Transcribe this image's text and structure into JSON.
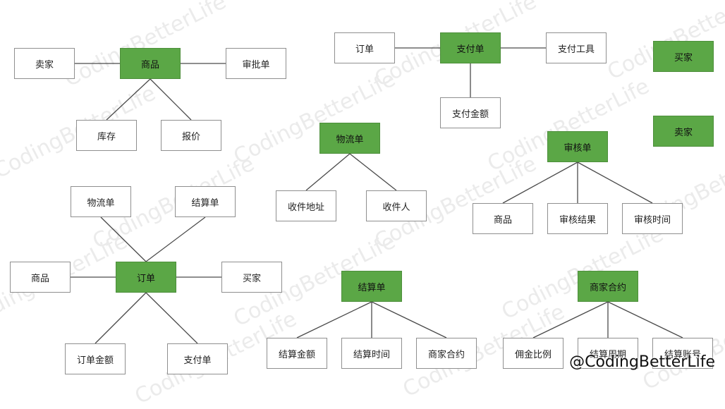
{
  "watermark_text": "CodingBetterLife",
  "handle": "@CodingBetterLife",
  "colors": {
    "entity_fill": "#5ba746",
    "node_border": "#8f8f8f",
    "edge": "#4a4a4a"
  },
  "diagrams": [
    {
      "id": "product",
      "entity": "商品",
      "attributes": [
        "卖家",
        "审批单",
        "库存",
        "报价"
      ]
    },
    {
      "id": "payment",
      "entity": "支付单",
      "attributes": [
        "订单",
        "支付工具",
        "支付金额"
      ]
    },
    {
      "id": "buyer",
      "entity": "买家",
      "attributes": []
    },
    {
      "id": "seller",
      "entity": "卖家",
      "attributes": []
    },
    {
      "id": "logistics",
      "entity": "物流单",
      "attributes": [
        "收件地址",
        "收件人"
      ]
    },
    {
      "id": "audit",
      "entity": "审核单",
      "attributes": [
        "商品",
        "审核结果",
        "审核时间"
      ]
    },
    {
      "id": "order",
      "entity": "订单",
      "attributes": [
        "物流单",
        "结算单",
        "商品",
        "买家",
        "订单金额",
        "支付单"
      ]
    },
    {
      "id": "settlement",
      "entity": "结算单",
      "attributes": [
        "结算金额",
        "结算时间",
        "商家合约"
      ]
    },
    {
      "id": "contract",
      "entity": "商家合约",
      "attributes": [
        "佣金比例",
        "结算周期",
        "结算账号"
      ]
    }
  ]
}
